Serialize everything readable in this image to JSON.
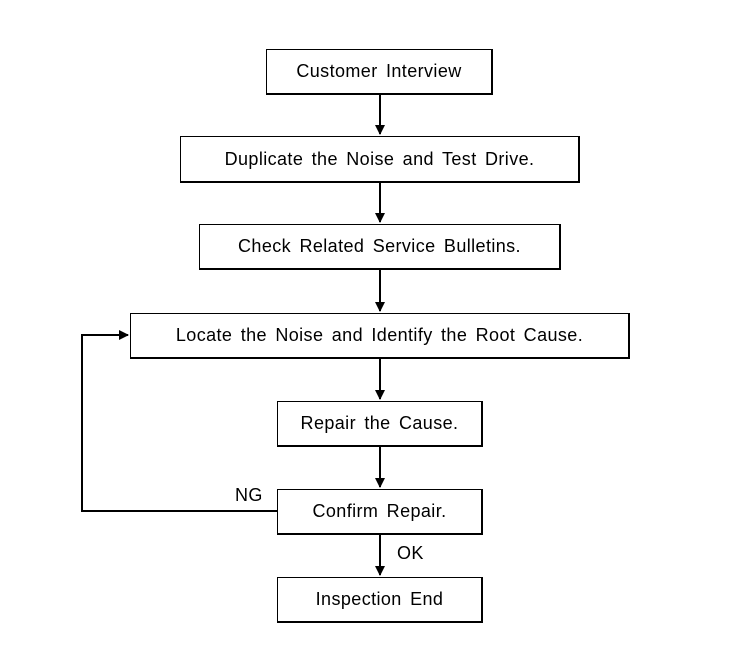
{
  "flowchart": {
    "steps": [
      {
        "id": "customer-interview",
        "label": "Customer Interview"
      },
      {
        "id": "duplicate-noise",
        "label": "Duplicate the Noise and Test Drive."
      },
      {
        "id": "check-bulletins",
        "label": "Check Related Service Bulletins."
      },
      {
        "id": "locate-noise",
        "label": "Locate the Noise and Identify the Root Cause."
      },
      {
        "id": "repair-cause",
        "label": "Repair the Cause."
      },
      {
        "id": "confirm-repair",
        "label": "Confirm Repair."
      },
      {
        "id": "inspection-end",
        "label": "Inspection End"
      }
    ],
    "branches": {
      "ng_label": "NG",
      "ok_label": "OK"
    },
    "colors": {
      "line": "#000000",
      "box_fill": "#ffffff"
    }
  }
}
